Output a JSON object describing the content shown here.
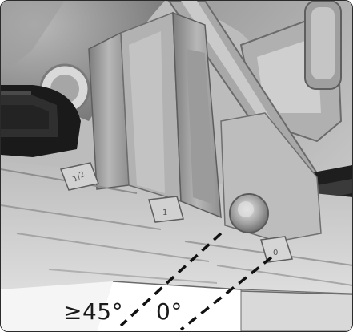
{
  "labels": {
    "angle_bevel": "≥45°",
    "angle_zero": "0°"
  },
  "markings": {
    "left_notch": "1/2",
    "middle_notch": "1",
    "right_notch": "0"
  },
  "colors": {
    "cast_metal_light": "#d6d6d6",
    "cast_metal_mid": "#a9a9a9",
    "cast_metal_dark": "#6f6f6f",
    "shadow": "#3c3c3c",
    "handle_black": "#1c1c1c",
    "blade_guard": "#8a8a8a",
    "dash_line": "#111111"
  }
}
